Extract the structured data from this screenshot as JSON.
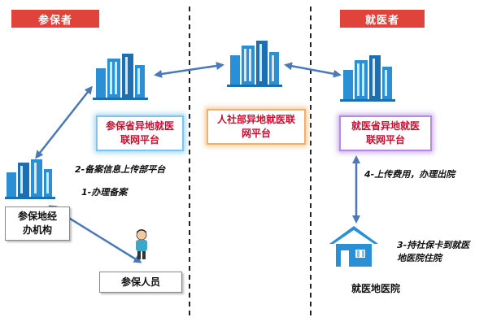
{
  "tags": {
    "insured_side": "参保者",
    "medical_side": "就医者"
  },
  "boxes": {
    "insured_platform": "参保省异地就医联网平台",
    "national_platform": "人社部异地就医联网平台",
    "medical_platform": "就医省异地就医联网平台",
    "insured_agency": "参保地经办机构",
    "insured_person": "参保人员"
  },
  "steps": {
    "step1": "1-办理备案",
    "step2": "2-备案信息上传部平台",
    "step3": "3-持社保卡到就医地医院住院",
    "step4": "4-上传费用，办理出院"
  },
  "labels": {
    "hospital": "就医地医院"
  },
  "colors": {
    "tag_red": "#e0433a",
    "building_blue": "#2b8fd6",
    "arrow_blue": "#4a78b8",
    "platform_text_red": "#c8102e"
  },
  "icons": [
    "building-icon",
    "person-icon",
    "house-icon"
  ]
}
